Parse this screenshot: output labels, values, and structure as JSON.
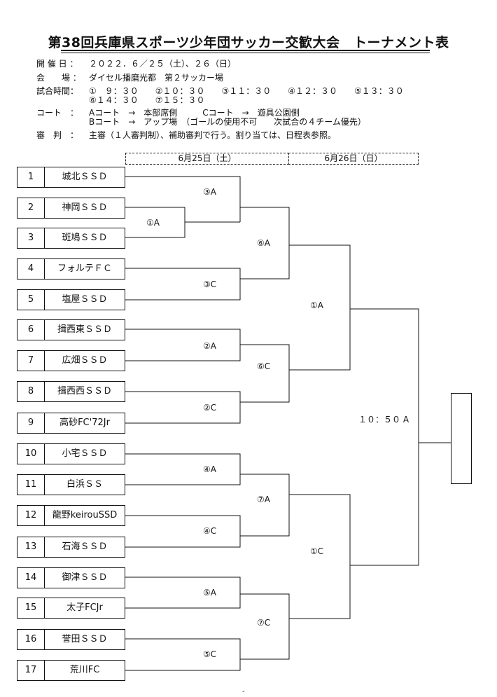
{
  "title": "第38回兵庫県スポーツ少年団サッカー交歓大会　トーナメント表",
  "info": [
    {
      "label": "開 催 日 ：",
      "value": "２０２２．６／２５（土）、２６（日）"
    },
    {
      "label": "会　　場 ：",
      "value": "ダイセル播磨光都　第２サッカー場"
    },
    {
      "label": "試合時間：",
      "value": "①　９：３０　　②１０：３０　　③１１：３０　　④１２：３０　　⑤１３：３０"
    },
    {
      "label": "",
      "value": "⑥１４：３０　　⑦１５：３０"
    },
    {
      "label": "コート　：",
      "value": "Aコート　→　本部席側　　　Cコート　→　遊具公園側"
    },
    {
      "label": "",
      "value": "Bコート　→　アップ場　（ゴールの使用不可　　次試合の４チーム優先）"
    },
    {
      "label": "審　判　：",
      "value": "主審（１人審判制）、補助審判で行う。割り当ては、日程表参照。"
    }
  ],
  "dates": {
    "day1": "6月25日（土）",
    "day2": "6月26日（日）"
  },
  "teams": [
    {
      "num": "1",
      "name": "城北ＳＳＤ"
    },
    {
      "num": "2",
      "name": "神岡ＳＳＤ"
    },
    {
      "num": "3",
      "name": "斑鳩ＳＳＤ"
    },
    {
      "num": "4",
      "name": "フォルテＦＣ"
    },
    {
      "num": "5",
      "name": "塩屋ＳＳＤ"
    },
    {
      "num": "6",
      "name": "揖西東ＳＳＤ"
    },
    {
      "num": "7",
      "name": "広畑ＳＳＤ"
    },
    {
      "num": "8",
      "name": "揖西西ＳＳＤ"
    },
    {
      "num": "9",
      "name": "高砂FC'72Jr"
    },
    {
      "num": "10",
      "name": "小宅ＳＳＤ"
    },
    {
      "num": "11",
      "name": "白浜ＳＳ"
    },
    {
      "num": "12",
      "name": "龍野keirouSSD"
    },
    {
      "num": "13",
      "name": "石海ＳＳＤ"
    },
    {
      "num": "14",
      "name": "御津ＳＳＤ"
    },
    {
      "num": "15",
      "name": "太子FCJr"
    },
    {
      "num": "16",
      "name": "誉田ＳＳＤ"
    },
    {
      "num": "17",
      "name": "荒川FC"
    }
  ],
  "matches": {
    "m_1A": "①A",
    "m_3A": "③A",
    "m_3C": "③C",
    "m_2A": "②A",
    "m_2C": "②C",
    "m_4A": "④A",
    "m_4C": "④C",
    "m_5A": "⑤A",
    "m_5C": "⑤C",
    "m_6A": "⑥A",
    "m_6C": "⑥C",
    "m_7A": "⑦A",
    "m_7C": "⑦C",
    "d2_1A": "①A",
    "d2_1C": "①C",
    "final": "１０：５０ A"
  },
  "footer_mark": "-"
}
